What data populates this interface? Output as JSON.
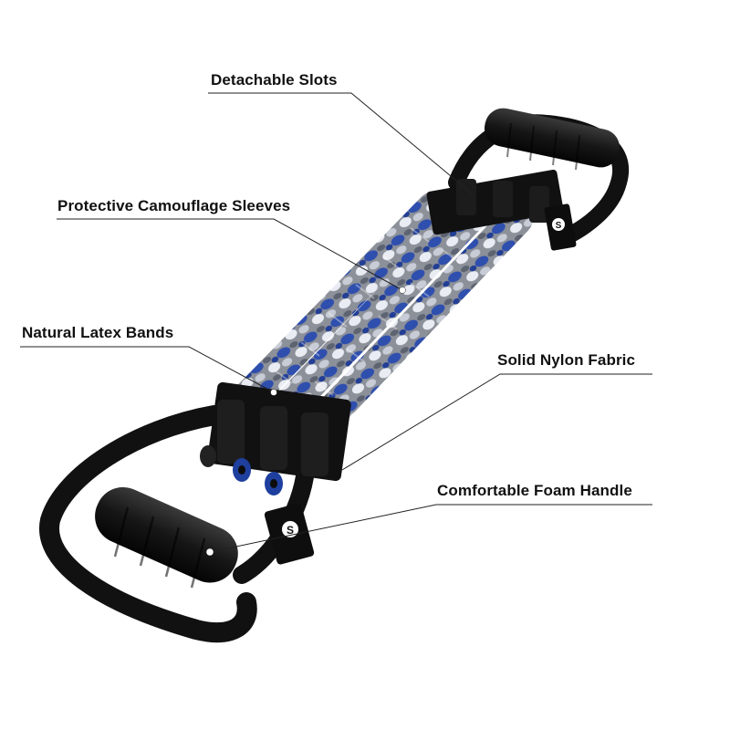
{
  "product": {
    "name": "chest expander with three resistance bands",
    "brand_mark": "S"
  },
  "callouts": {
    "detachable_slots": "Detachable Slots",
    "camouflage_sleeves": "Protective Camouflage Sleeves",
    "latex_bands": "Natural Latex Bands",
    "nylon_fabric": "Solid Nylon Fabric",
    "foam_handle": "Comfortable Foam Handle"
  },
  "colors": {
    "background": "#ffffff",
    "handle": "#151515",
    "sleeve_blue": "#2f4fae",
    "sleeve_grey": "#8c9099",
    "sleeve_white": "#e9ecf2",
    "leader_line": "#222222"
  }
}
